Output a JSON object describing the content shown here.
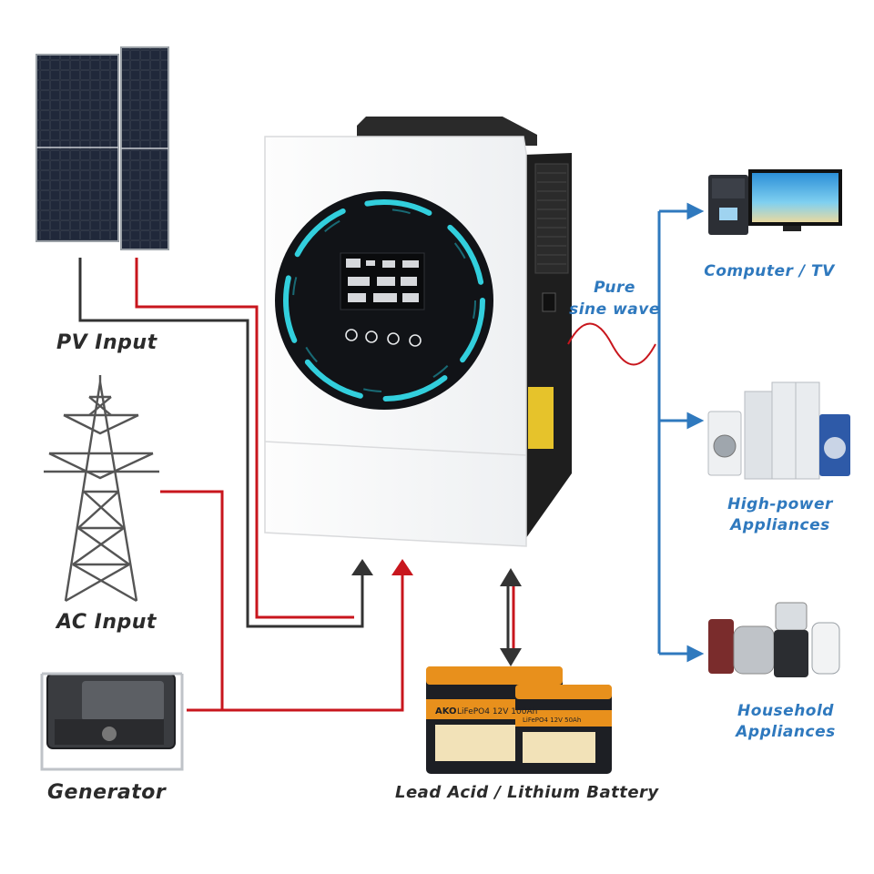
{
  "labels": {
    "pv_input": "PV Input",
    "ac_input": "AC Input",
    "generator": "Generator",
    "battery": "Lead Acid / Lithium Battery",
    "pure_sine_line1": "Pure",
    "pure_sine_line2": "sine wave",
    "computer_tv": "Computer / TV",
    "high_power_line1": "High-power",
    "high_power_line2": "Appliances",
    "household_line1": "Household",
    "household_line2": "Appliances"
  },
  "battery_brand": "AKO",
  "battery_text_big": "LiFePO4 12V 100Ah",
  "battery_text_small": "LiFePO4 12V 50Ah",
  "colors": {
    "red_wire": "#c8161d",
    "dark_wire": "#333333",
    "blue_arrow": "#2f79be",
    "ring_glow": "#35d9e8",
    "battery_orange": "#e8901c"
  }
}
